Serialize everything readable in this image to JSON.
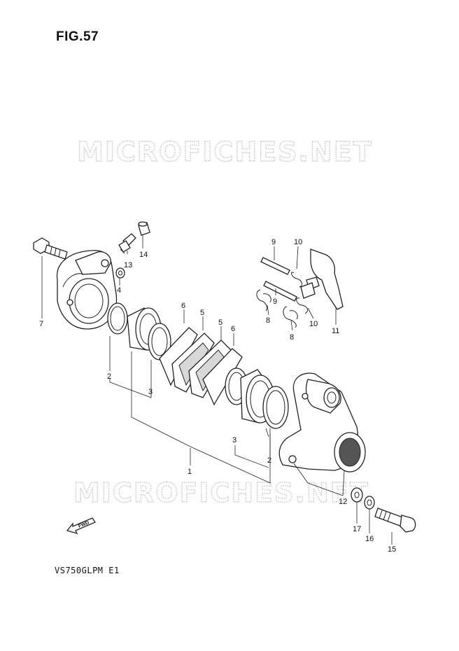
{
  "figure": {
    "title": "FIG.57",
    "model_code": "VS750GLPM E1"
  },
  "watermark": {
    "text": "MICROFICHES.NET"
  },
  "fwd_indicator": {
    "label": "FWD"
  },
  "callouts": [
    {
      "id": "c7",
      "label": "7"
    },
    {
      "id": "c13",
      "label": "13"
    },
    {
      "id": "c14",
      "label": "14"
    },
    {
      "id": "c4",
      "label": "4"
    },
    {
      "id": "c6a",
      "label": "6"
    },
    {
      "id": "c5a",
      "label": "5"
    },
    {
      "id": "c5b",
      "label": "5"
    },
    {
      "id": "c6b",
      "label": "6"
    },
    {
      "id": "c2a",
      "label": "2"
    },
    {
      "id": "c3a",
      "label": "3"
    },
    {
      "id": "c1",
      "label": "1"
    },
    {
      "id": "c3b",
      "label": "3"
    },
    {
      "id": "c2b",
      "label": "2"
    },
    {
      "id": "c9a",
      "label": "9"
    },
    {
      "id": "c10a",
      "label": "10"
    },
    {
      "id": "c9b",
      "label": "9"
    },
    {
      "id": "c8a",
      "label": "8"
    },
    {
      "id": "c8b",
      "label": "8"
    },
    {
      "id": "c10b",
      "label": "10"
    },
    {
      "id": "c11",
      "label": "11"
    },
    {
      "id": "c12",
      "label": "12"
    },
    {
      "id": "c17",
      "label": "17"
    },
    {
      "id": "c16",
      "label": "16"
    },
    {
      "id": "c15",
      "label": "15"
    }
  ]
}
